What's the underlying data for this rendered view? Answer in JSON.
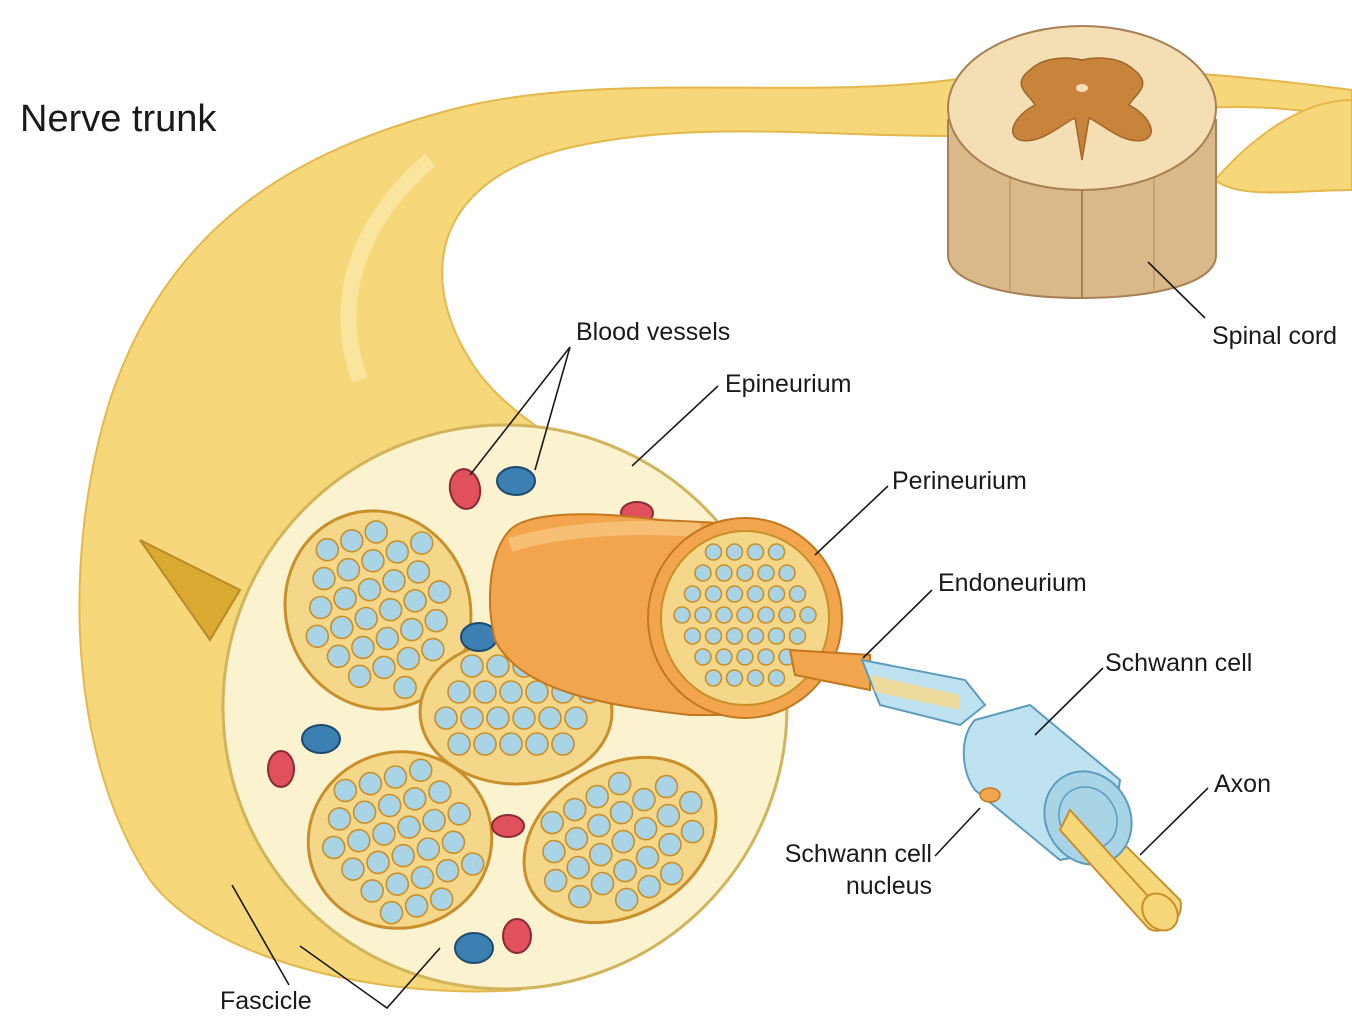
{
  "title": "Nerve trunk",
  "labels": {
    "spinal_cord": "Spinal cord",
    "blood_vessels": "Blood vessels",
    "epineurium": "Epineurium",
    "perineurium": "Perineurium",
    "endoneurium": "Endoneurium",
    "schwann_cell": "Schwann cell",
    "axon": "Axon",
    "schwann_nucleus_line1": "Schwann cell",
    "schwann_nucleus_line2": "nucleus",
    "fascicle": "Fascicle"
  },
  "colors": {
    "nerve": "#f6d779",
    "nerve_dark": "#e6b84a",
    "epineurium_fill": "#fbf3cf",
    "fascicle_fill": "#f5d78a",
    "fascicle_edge": "#c98f2a",
    "fiber": "#a9d4e6",
    "perineurium": "#f2a54c",
    "schwann": "#bfe2f0",
    "artery": "#e0505d",
    "vein": "#3b7fb3",
    "spinal_white": "#f3dfb3",
    "spinal_grey": "#c8843a"
  }
}
